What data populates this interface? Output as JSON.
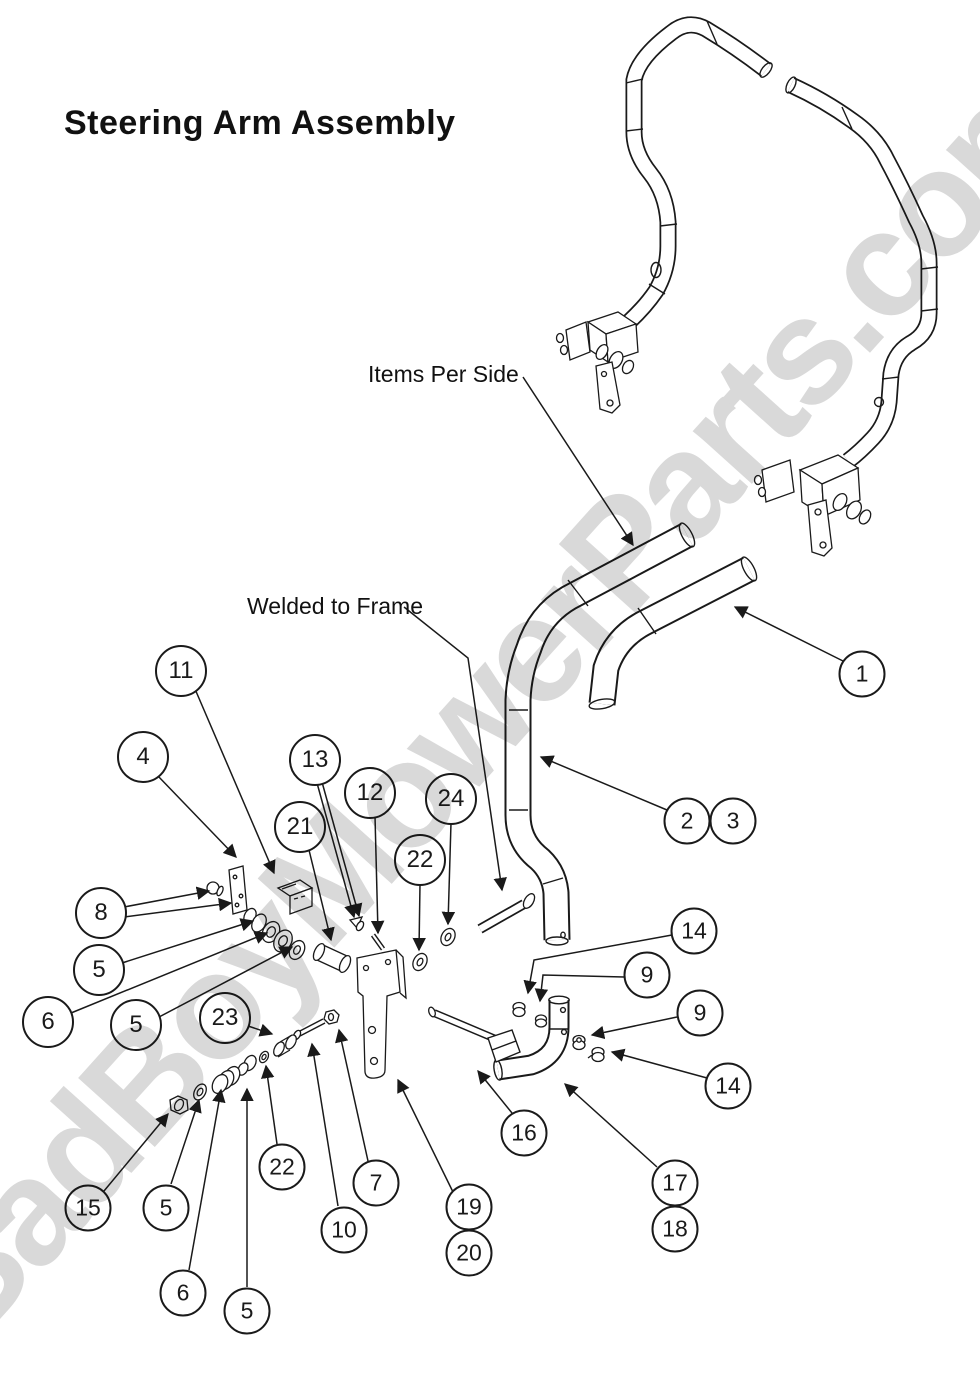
{
  "title": "Steering Arm Assembly",
  "labels": {
    "items_per_side": "Items Per Side",
    "welded_to_frame": "Welded to Frame"
  },
  "watermark": "BadBoyMowerParts.com",
  "colors": {
    "line": "#1a1a1a",
    "watermark": "#d9d9d9",
    "background": "#ffffff"
  },
  "balloons": [
    {
      "label": "1"
    },
    {
      "label": "2"
    },
    {
      "label": "3"
    },
    {
      "label": "4"
    },
    {
      "label": "11"
    },
    {
      "label": "8"
    },
    {
      "label": "5"
    },
    {
      "label": "6"
    },
    {
      "label": "5"
    },
    {
      "label": "13"
    },
    {
      "label": "21"
    },
    {
      "label": "12"
    },
    {
      "label": "24"
    },
    {
      "label": "22"
    },
    {
      "label": "23"
    },
    {
      "label": "14"
    },
    {
      "label": "9"
    },
    {
      "label": "9"
    },
    {
      "label": "14"
    },
    {
      "label": "16"
    },
    {
      "label": "17"
    },
    {
      "label": "18"
    },
    {
      "label": "15"
    },
    {
      "label": "5"
    },
    {
      "label": "22"
    },
    {
      "label": "7"
    },
    {
      "label": "10"
    },
    {
      "label": "19"
    },
    {
      "label": "20"
    },
    {
      "label": "6"
    },
    {
      "label": "5"
    }
  ]
}
